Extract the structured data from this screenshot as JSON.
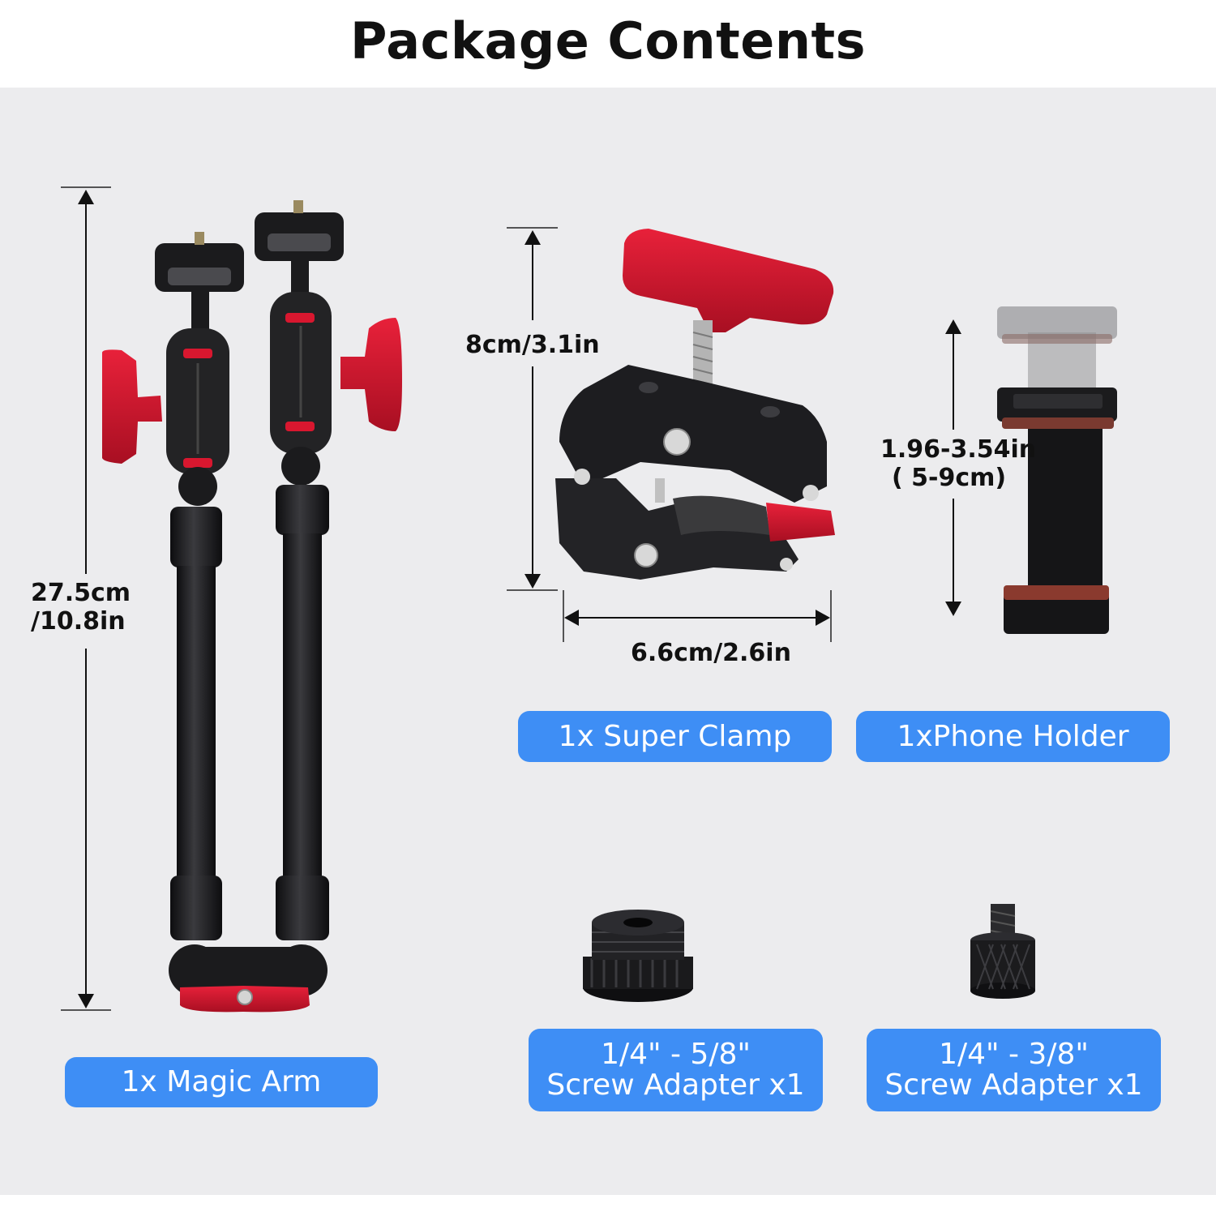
{
  "title": "Package Contents",
  "colors": {
    "panel": "#ececee",
    "pill": "#3e8ef5",
    "accent_red": "#d8172f",
    "metal": "#1b1b1d"
  },
  "items": {
    "magic_arm": {
      "label": "1x Magic Arm",
      "dimension_line1": "27.5cm",
      "dimension_line2": "/10.8in"
    },
    "super_clamp": {
      "label": "1x Super Clamp",
      "height": "8cm/3.1in",
      "width": "6.6cm/2.6in"
    },
    "phone_holder": {
      "label": "1xPhone Holder",
      "range_line1": "1.96-3.54in",
      "range_line2": "( 5-9cm)"
    },
    "adapter_58": {
      "label_line1": "1/4\" - 5/8\"",
      "label_line2": "Screw Adapter x1"
    },
    "adapter_38": {
      "label_line1": "1/4\" - 3/8\"",
      "label_line2": "Screw Adapter x1"
    }
  }
}
